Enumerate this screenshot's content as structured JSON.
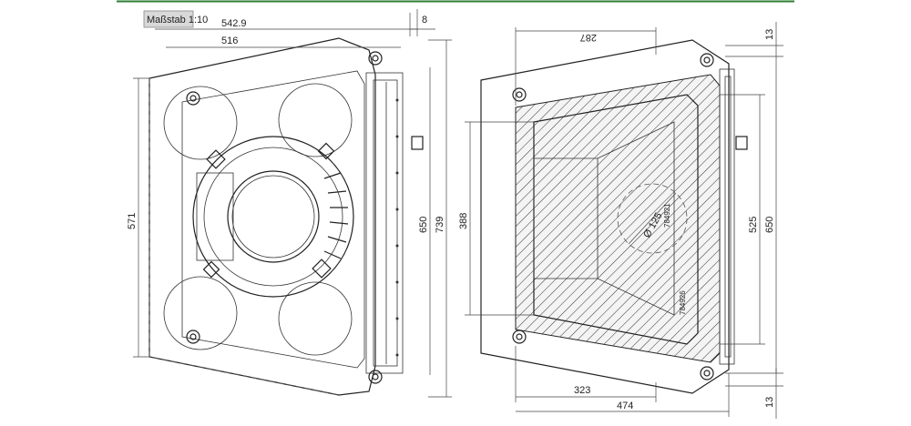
{
  "scale_label": "Maßstab 1:10",
  "colors": {
    "top_rule": "#2e7d32",
    "line": "#222222"
  },
  "left_view": {
    "dims": {
      "d542_9": "542.9",
      "d8": "8",
      "d516": "516",
      "d571": "571",
      "d650": "650",
      "d739": "739"
    }
  },
  "right_view": {
    "dims": {
      "d287": "287",
      "d13_top": "13",
      "d388": "388",
      "d525": "525",
      "d650": "650",
      "d323": "323",
      "d474": "474",
      "d13_bottom": "13"
    },
    "annotations": {
      "diameter": "Ø 125",
      "part_a": "784921",
      "part_b": "784926"
    }
  }
}
